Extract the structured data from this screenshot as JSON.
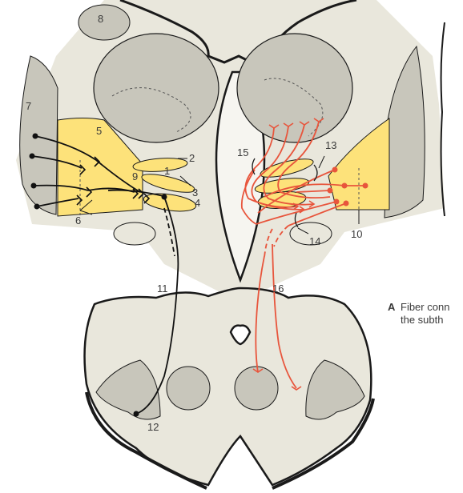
{
  "figure": {
    "caption_letter": "A",
    "caption_line1": "Fiber conn",
    "caption_line2": "the subth"
  },
  "labels": {
    "l1": "1",
    "l2": "2",
    "l3": "3",
    "l4": "4",
    "l5": "5",
    "l6": "6",
    "l7": "7",
    "l8": "8",
    "l9": "9",
    "l10": "10",
    "l11": "11",
    "l12": "12",
    "l13": "13",
    "l14": "14",
    "l15": "15",
    "l16": "16"
  },
  "colors": {
    "tissue": "#e9e7dc",
    "gray_matter": "#c8c6bb",
    "nucleus_yellow": "#fde27a",
    "fiber_black": "#111111",
    "fiber_red": "#e8553c",
    "outline": "#1a1a1a"
  }
}
